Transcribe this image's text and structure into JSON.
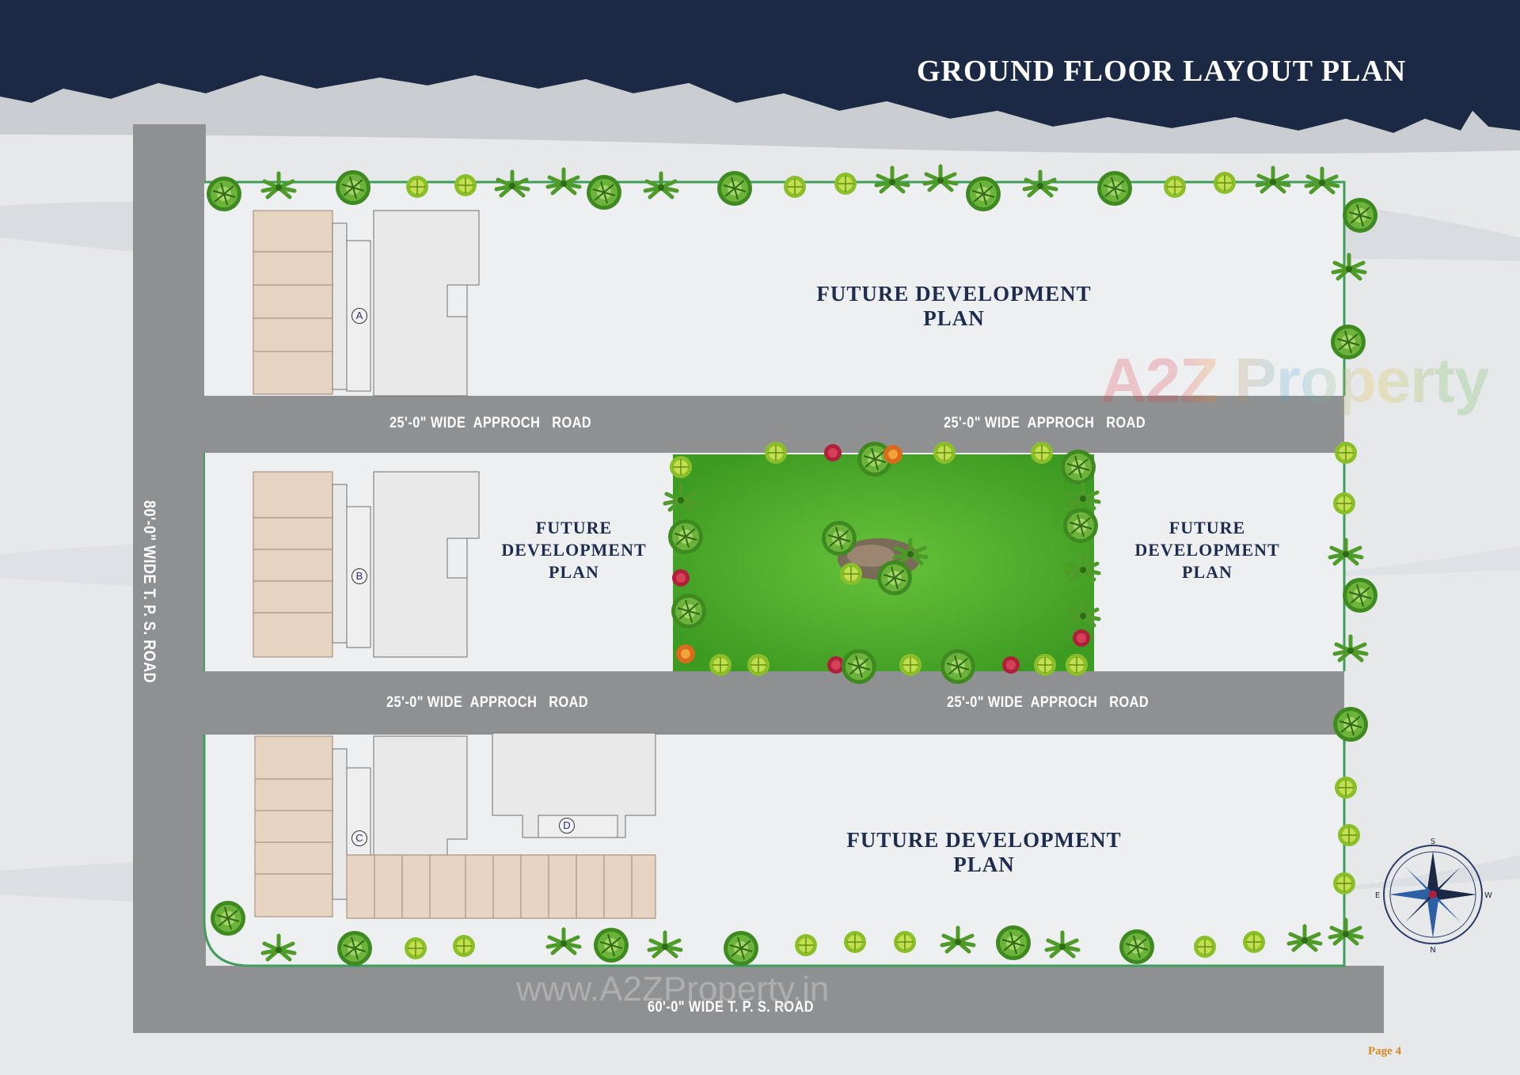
{
  "page": {
    "title": "GROUND FLOOR LAYOUT PLAN",
    "page_number": "Page 4"
  },
  "roads": {
    "main_vertical": "80'-0\" WIDE T. P. S. ROAD",
    "main_bottom": "60'-0\" WIDE T. P. S. ROAD",
    "approach_top_left": "25'-0\" WIDE  APPROCH   ROAD",
    "approach_top_right": "25'-0\" WIDE  APPROCH   ROAD",
    "approach_mid_left": "25'-0\" WIDE  APPROCH   ROAD",
    "approach_mid_right": "25'-0\" WIDE  APPROCH   ROAD"
  },
  "zones": {
    "future_top": "FUTURE DEVELOPMENT PLAN",
    "future_mid_left": "FUTURE\nDEVELOPMENT\nPLAN",
    "future_mid_right": "FUTURE\nDEVELOPMENT\nPLAN",
    "future_bottom": "FUTURE DEVELOPMENT PLAN"
  },
  "buildings": [
    "A",
    "B",
    "C",
    "D"
  ],
  "watermark": {
    "brand": "A2Z Property",
    "website": "www.A2ZProperty.in"
  },
  "compass": {
    "north": "N",
    "south": "S",
    "east": "E",
    "west": "W"
  },
  "colors": {
    "header_navy": "#1c2945",
    "road_grey": "#8f9092",
    "plot_light": "#edeff1",
    "lawn_green": "#4fae2c",
    "boundary_green": "#3f9e5c",
    "label_navy": "#1e2c4f"
  }
}
